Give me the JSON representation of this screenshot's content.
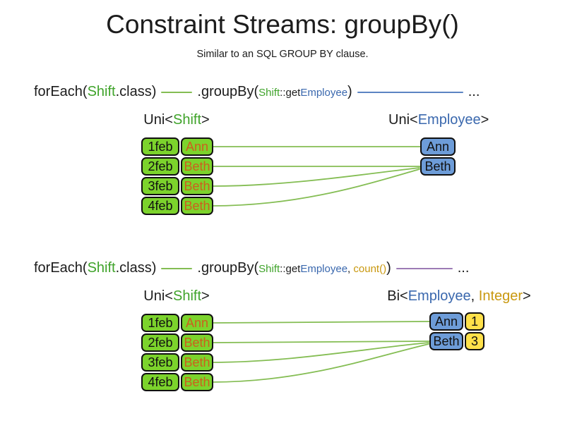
{
  "title": "Constraint Streams: groupBy()",
  "subtitle": "Similar to an SQL GROUP BY clause.",
  "colors": {
    "shift_green_text": "#3FA32A",
    "employee_blue_text": "#3A68AE",
    "integer_gold_text": "#C9980F",
    "name_orange_text": "#CC5F1E",
    "box_green": "#7CD32C",
    "box_blue": "#6D9CD8",
    "box_yellow": "#FFE14A",
    "line_green": "#84BD53",
    "line_blue": "#5B84C2",
    "line_purple": "#9C7BB5"
  },
  "diagram1": {
    "code": {
      "foreach_open": "forEach(",
      "foreach_class": "Shift",
      "foreach_close": ".class)",
      "groupby_open": ".groupBy(",
      "arg_class": "Shift",
      "arg_accessor": "::get",
      "arg_type": "Employee",
      "groupby_close": ")",
      "ellipsis": "..."
    },
    "left_label": {
      "open": "Uni<",
      "type": "Shift",
      "close": ">"
    },
    "right_label": {
      "open": "Uni<",
      "type": "Employee",
      "close": ">"
    },
    "rows": [
      {
        "date": "1feb",
        "name": "Ann"
      },
      {
        "date": "2feb",
        "name": "Beth"
      },
      {
        "date": "3feb",
        "name": "Beth"
      },
      {
        "date": "4feb",
        "name": "Beth"
      }
    ],
    "groups": [
      {
        "name": "Ann"
      },
      {
        "name": "Beth"
      }
    ]
  },
  "diagram2": {
    "code": {
      "foreach_open": "forEach(",
      "foreach_class": "Shift",
      "foreach_close": ".class)",
      "groupby_open": ".groupBy(",
      "arg_class": "Shift",
      "arg_accessor": "::get",
      "arg_type": "Employee",
      "arg_sep": ", ",
      "arg_collector": "count()",
      "groupby_close": ")",
      "ellipsis": "..."
    },
    "left_label": {
      "open": "Uni<",
      "type": "Shift",
      "close": ">"
    },
    "right_label": {
      "open": "Bi<",
      "type1": "Employee",
      "sep": ", ",
      "type2": "Integer",
      "close": ">"
    },
    "rows": [
      {
        "date": "1feb",
        "name": "Ann"
      },
      {
        "date": "2feb",
        "name": "Beth"
      },
      {
        "date": "3feb",
        "name": "Beth"
      },
      {
        "date": "4feb",
        "name": "Beth"
      }
    ],
    "groups": [
      {
        "name": "Ann",
        "count": "1"
      },
      {
        "name": "Beth",
        "count": "3"
      }
    ]
  }
}
